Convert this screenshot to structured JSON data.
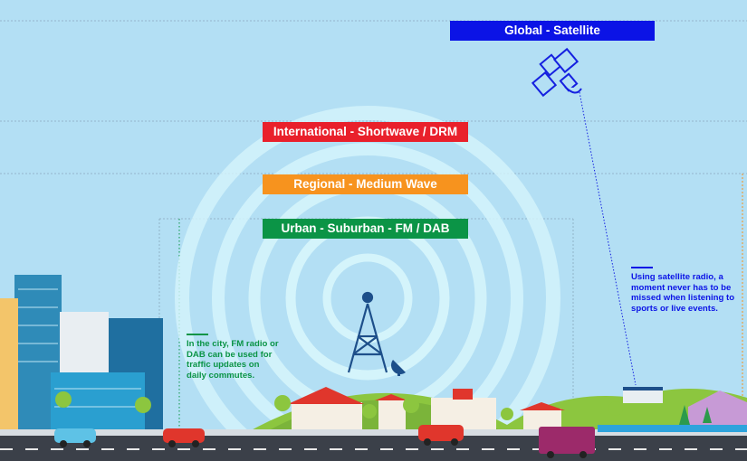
{
  "bands": {
    "global": {
      "label": "Global - Satellite",
      "color": "#0b13e6"
    },
    "international": {
      "label": "International - Shortwave / DRM",
      "color": "#e9202b"
    },
    "regional": {
      "label": "Regional - Medium Wave",
      "color": "#f7931e"
    },
    "urban": {
      "label": "Urban - Suburban - FM / DAB",
      "color": "#0b9446"
    }
  },
  "notes": {
    "city": {
      "text": "In the city, FM radio or DAB can be used for traffic updates on daily commutes.",
      "color": "#0b9446"
    },
    "satellite": {
      "text": "Using satellite radio, a moment never has to be missed when listening to sports or live events.",
      "color": "#0b13e6"
    }
  }
}
